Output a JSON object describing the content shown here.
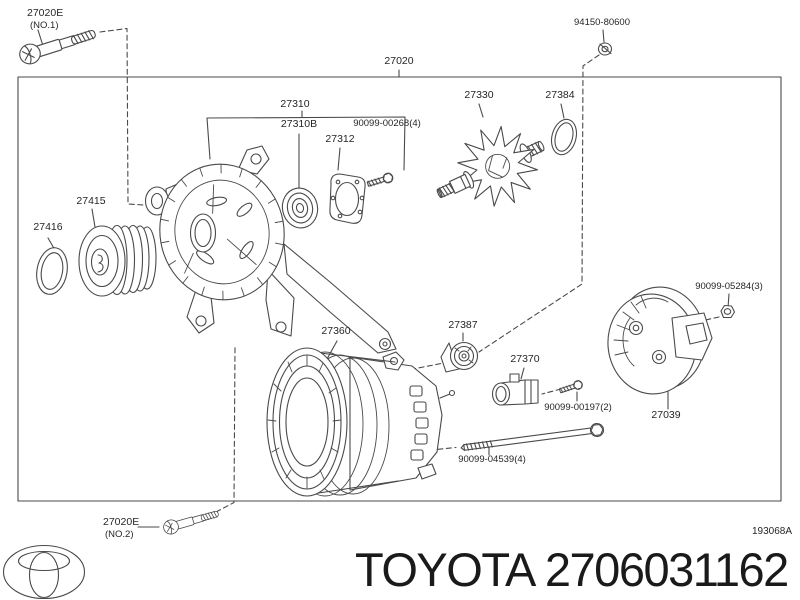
{
  "diagram": {
    "assembly": {
      "label": "27020"
    },
    "parts": {
      "p27020e_no1": {
        "label": "27020E",
        "note": "(NO.1)"
      },
      "p94150_80600": {
        "label": "94150-80600"
      },
      "p27310": {
        "label": "27310"
      },
      "p27310b": {
        "label": "27310B"
      },
      "p27312": {
        "label": "27312"
      },
      "p90099_00268": {
        "label": "90099-00268(4)"
      },
      "p27330": {
        "label": "27330"
      },
      "p27384": {
        "label": "27384"
      },
      "p27415": {
        "label": "27415"
      },
      "p27416": {
        "label": "27416"
      },
      "p27360": {
        "label": "27360"
      },
      "p27387": {
        "label": "27387"
      },
      "p27370": {
        "label": "27370"
      },
      "p90099_00197": {
        "label": "90099-00197(2)"
      },
      "p27039": {
        "label": "27039"
      },
      "p90099_05284": {
        "label": "90099-05284(3)"
      },
      "p90099_04539": {
        "label": "90099-04539(4)"
      },
      "p27020e_no2": {
        "label": "27020E",
        "note": "(NO.2)"
      }
    },
    "drawing_code": "193068A",
    "line_color": "#4a4a4a"
  },
  "footer": {
    "brand": "TOYOTA",
    "part_number": "2706031162",
    "logo_icon": "toyota-emblem",
    "logo_color": "#d6121f"
  }
}
